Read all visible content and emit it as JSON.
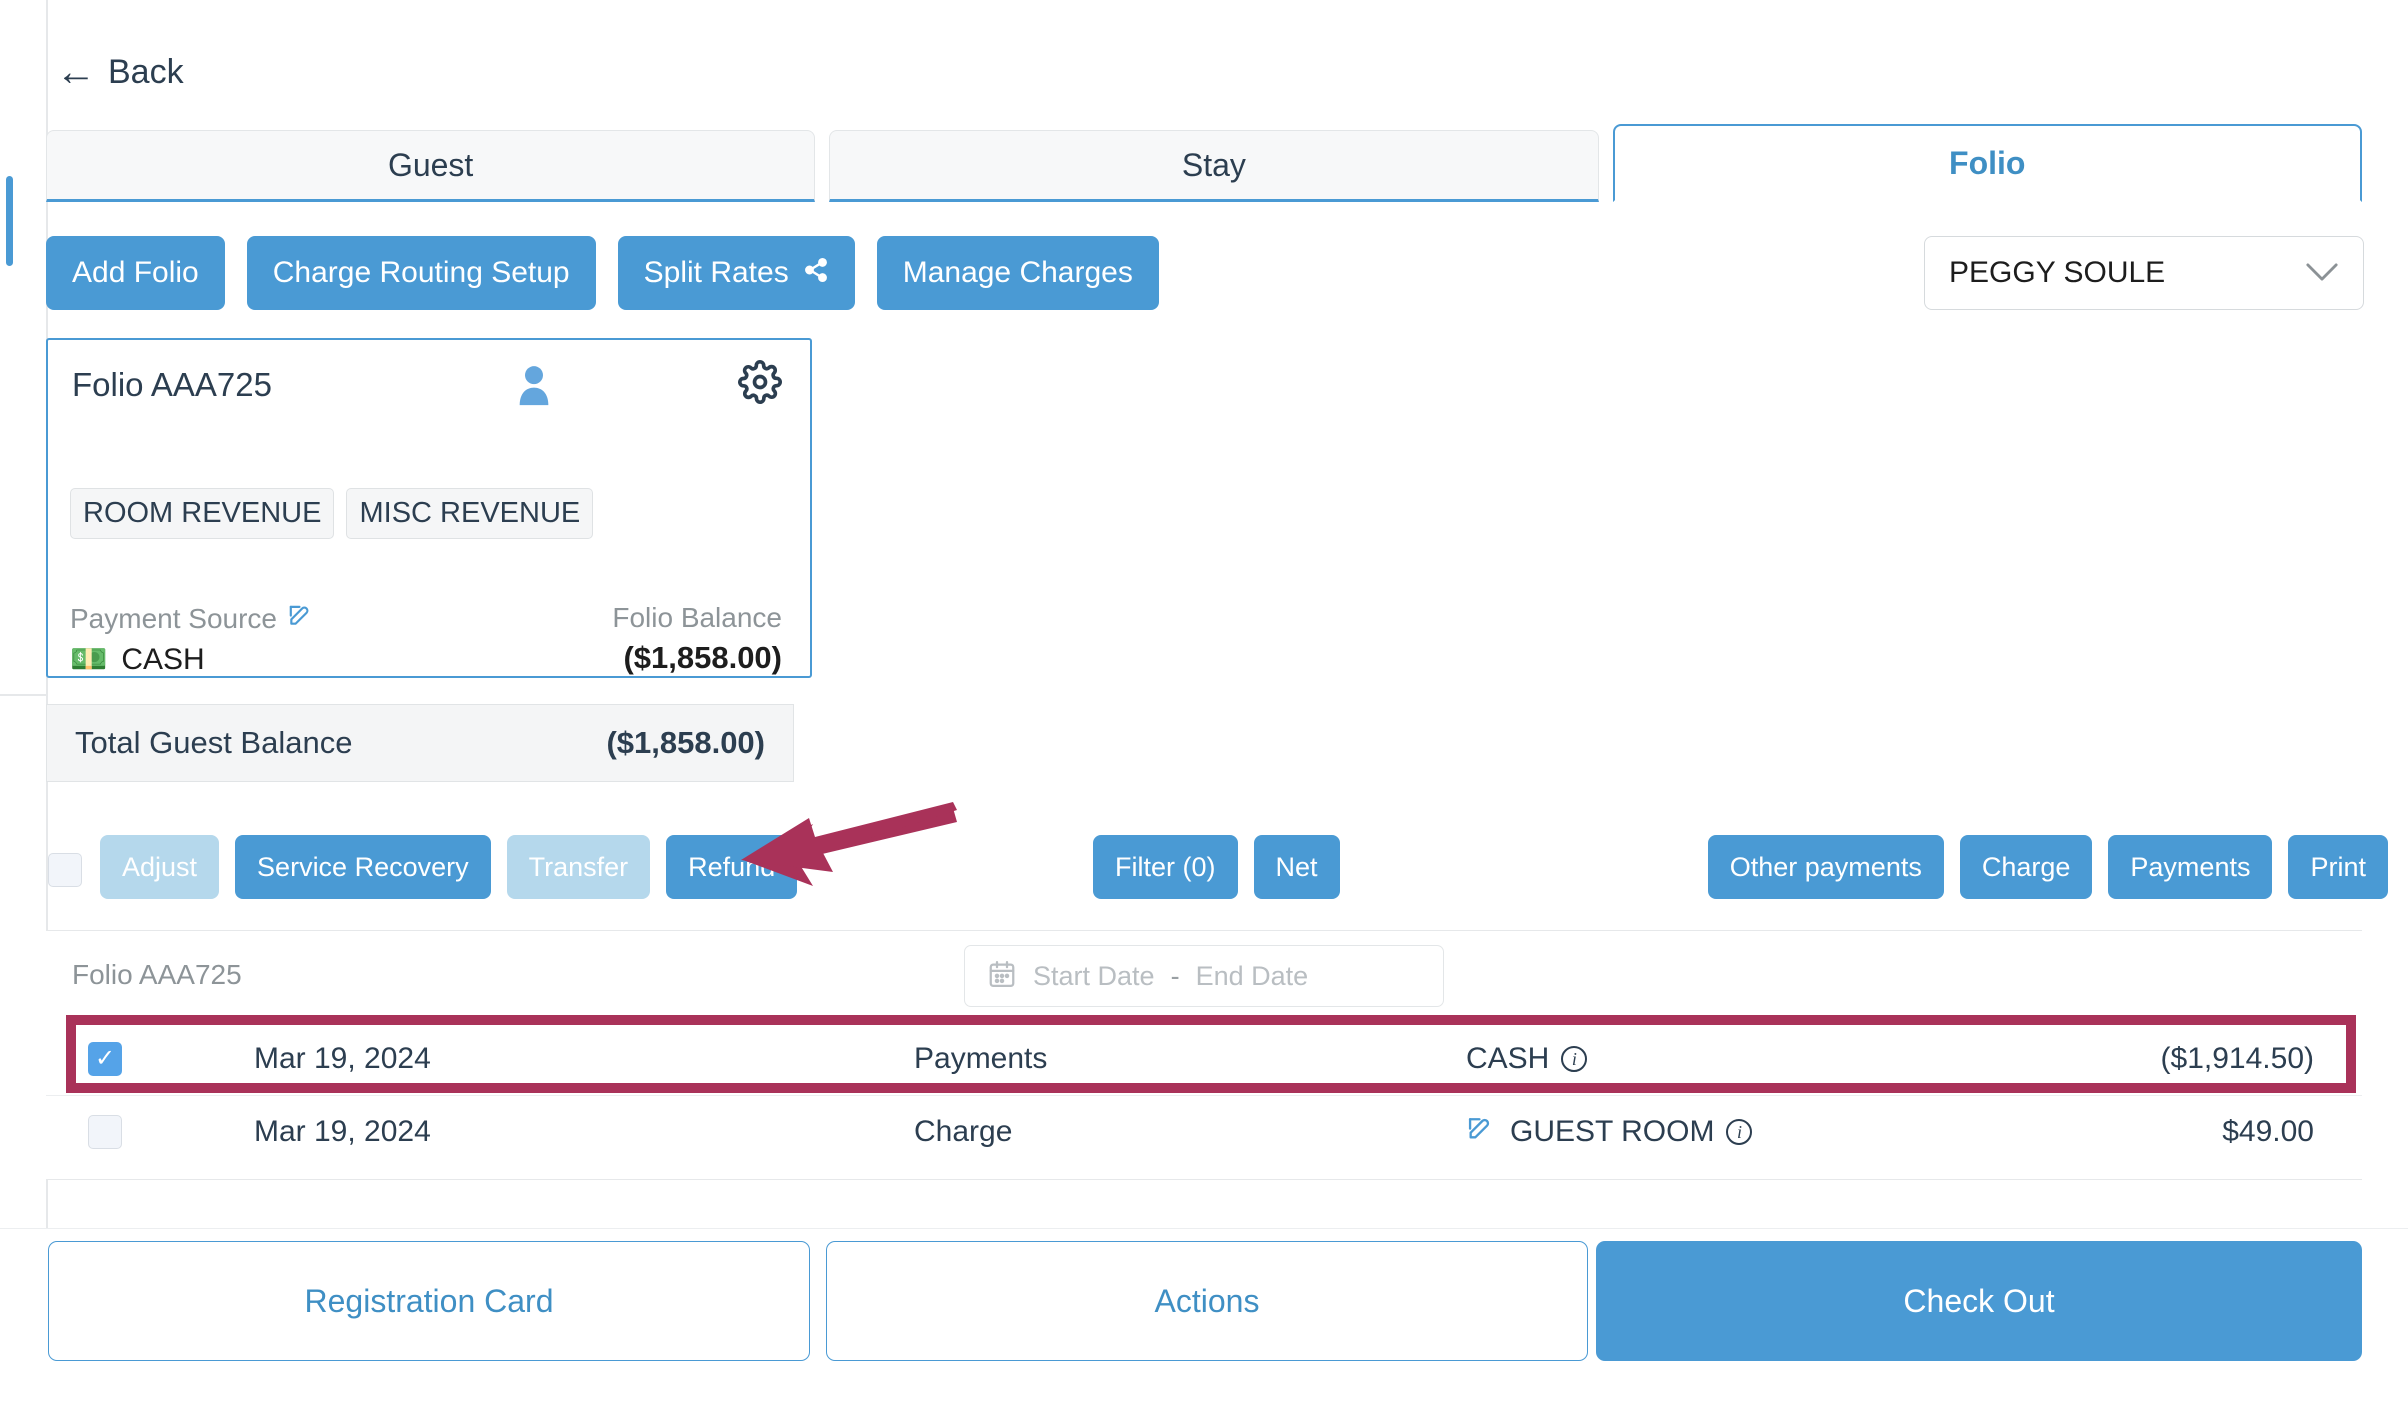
{
  "nav": {
    "back_label": "Back",
    "back_icon": "arrow-left-icon"
  },
  "tabs": [
    {
      "label": "Guest",
      "active": false
    },
    {
      "label": "Stay",
      "active": false
    },
    {
      "label": "Folio",
      "active": true
    }
  ],
  "toolbar_primary": {
    "add_folio": "Add Folio",
    "charge_routing_setup": "Charge Routing Setup",
    "split_rates": "Split Rates",
    "split_rates_icon": "share-icon",
    "manage_charges": "Manage Charges"
  },
  "guest_select": {
    "value": "PEGGY SOULE",
    "icon": "chevron-down-icon"
  },
  "folio_card": {
    "title": "Folio AAA725",
    "person_icon": "person-icon",
    "gear_icon": "gear-icon",
    "chips": [
      "ROOM REVENUE",
      "MISC REVENUE"
    ],
    "payment_source_label": "Payment Source",
    "payment_source_edit_icon": "edit-icon",
    "payment_source_value": "CASH",
    "payment_source_value_icon": "money-icon",
    "folio_balance_label": "Folio Balance",
    "folio_balance_value": "($1,858.00)"
  },
  "total_guest_balance": {
    "label": "Total Guest Balance",
    "value": "($1,858.00)"
  },
  "toolbar_secondary": {
    "select_all_checkbox": "select-all",
    "left": [
      {
        "label": "Adjust",
        "disabled": true
      },
      {
        "label": "Service Recovery",
        "disabled": false
      },
      {
        "label": "Transfer",
        "disabled": true
      },
      {
        "label": "Refund",
        "disabled": false
      }
    ],
    "center": [
      {
        "label": "Filter (0)"
      },
      {
        "label": "Net"
      }
    ],
    "right": [
      {
        "label": "Other payments"
      },
      {
        "label": "Charge"
      },
      {
        "label": "Payments"
      },
      {
        "label": "Print"
      }
    ]
  },
  "table": {
    "title": "Folio AAA725",
    "date_filter": {
      "calendar_icon": "calendar-icon",
      "start_placeholder": "Start Date",
      "separator": "-",
      "end_placeholder": "End Date"
    },
    "rows": [
      {
        "checked": true,
        "date": "Mar 19, 2024",
        "type": "Payments",
        "description": "CASH",
        "has_edit_icon": false,
        "info_icon": "info-icon",
        "amount": "($1,914.50)"
      },
      {
        "checked": false,
        "date": "Mar 19, 2024",
        "type": "Charge",
        "description": "GUEST ROOM",
        "has_edit_icon": true,
        "info_icon": "info-icon",
        "amount": "$49.00"
      }
    ]
  },
  "bottom_actions": {
    "registration_card": "Registration Card",
    "actions": "Actions",
    "check_out": "Check Out"
  },
  "annotation": {
    "arrow_color": "#a93259",
    "highlight_color": "#a93259"
  },
  "colors": {
    "primary": "#4a9ad4",
    "primary_muted": "#b5d8ec",
    "text": "#2c3e50",
    "muted_text": "#8d9498",
    "annotation": "#a93259"
  }
}
